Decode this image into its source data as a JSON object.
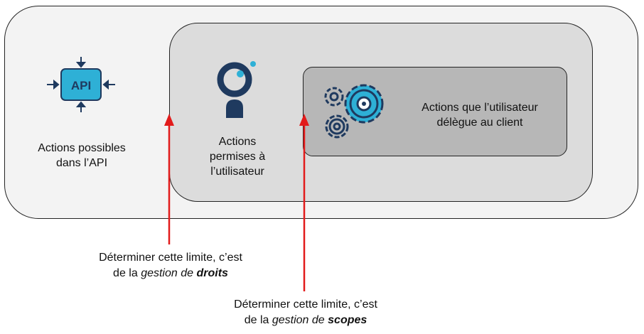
{
  "api": {
    "icon_text": "API",
    "label_line1": "Actions possibles",
    "label_line2": "dans l’API"
  },
  "user": {
    "label_line1": "Actions",
    "label_line2": "permises à",
    "label_line3": "l’utilisateur"
  },
  "client": {
    "label_line1": "Actions que l’utilisateur",
    "label_line2": "délègue au client"
  },
  "notes": {
    "rights": {
      "line1": "Déterminer cette limite, c’est",
      "prefix": "de la ",
      "em": "gestion de",
      "space": " ",
      "bold": "droits"
    },
    "scopes": {
      "line1": "Déterminer cette limite, c’est",
      "prefix": "de la ",
      "em": "gestion de",
      "space": " ",
      "bold": "scopes"
    }
  },
  "colors": {
    "arrow": "#e21b1b",
    "icon_navy": "#1f3a5f",
    "icon_cyan": "#2eb0d6"
  }
}
